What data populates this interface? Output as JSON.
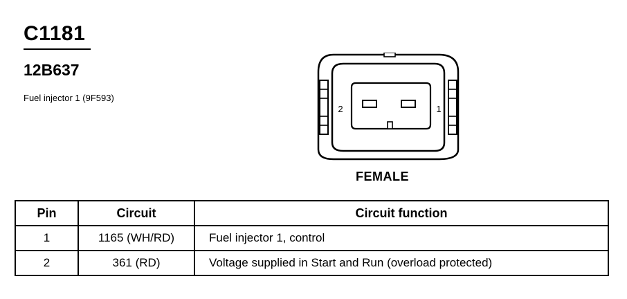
{
  "connector": {
    "id": "C1181",
    "part_number": "12B637",
    "description": "Fuel injector 1 (9F593)",
    "gender": "FEMALE",
    "pin_labels": {
      "left": "2",
      "right": "1"
    }
  },
  "table": {
    "headers": [
      "Pin",
      "Circuit",
      "Circuit function"
    ],
    "rows": [
      {
        "pin": "1",
        "circuit": "1165 (WH/RD)",
        "function": "Fuel injector 1, control"
      },
      {
        "pin": "2",
        "circuit": "361 (RD)",
        "function": "Voltage supplied in Start and Run (overload protected)"
      }
    ]
  }
}
